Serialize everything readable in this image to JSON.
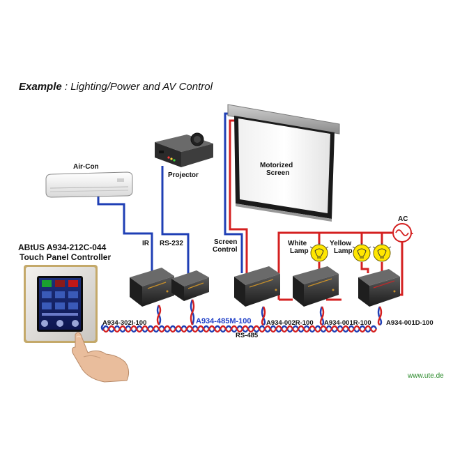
{
  "title": {
    "prefix": "Example",
    "separator": " : ",
    "text": "Lighting/Power and AV Control"
  },
  "labels": {
    "aircon": "Air-Con",
    "projector": "Projector",
    "screen_line1": "Motorized",
    "screen_line2": "Screen",
    "ac": "AC",
    "white_lamp_line1": "White",
    "white_lamp_line2": "Lamp",
    "yellow_lamp_line1": "Yellow",
    "yellow_lamp_line2": "Lamp",
    "ir": "IR",
    "rs232": "RS-232",
    "screen_control_line1": "Screen",
    "screen_control_line2": "Control",
    "controller_line1": "ABtUS A934-212C-044",
    "controller_line2": "Touch Panel Controller",
    "rs485": "RS-485"
  },
  "modules": {
    "m1": "A934-302I-100",
    "m2": "A934-485M-100",
    "m3": "A934-002R-100",
    "m4": "A934-001R-100",
    "m5": "A934-001D-100"
  },
  "footer": "www.ute.de",
  "colors": {
    "wire_blue": "#1f3fb5",
    "wire_red": "#d42020",
    "highlight": "#2040c8",
    "lamp": "#ffe600",
    "website": "#2a8a2a"
  },
  "icons": [
    "light-bulb-icon",
    "ac-source-icon",
    "hand-pointer"
  ]
}
